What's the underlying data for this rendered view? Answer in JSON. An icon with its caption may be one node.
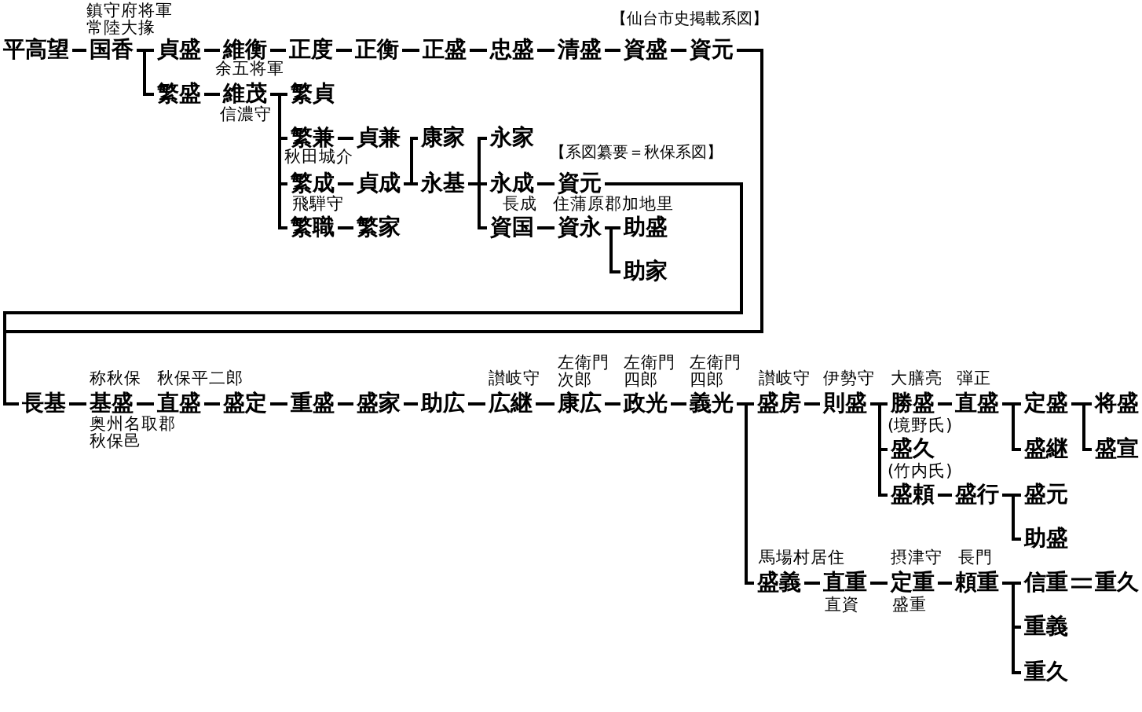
{
  "diagram": {
    "nodes": [
      {
        "text": [
          "平高望"
        ]
      },
      {
        "text": [
          "国香"
        ],
        "beside": [
          "鎮守府将軍",
          "常陸大掾"
        ]
      },
      {
        "text": [
          "貞盛"
        ]
      },
      {
        "text": [
          "維衡"
        ]
      },
      {
        "text": [
          "正度"
        ]
      },
      {
        "text": [
          "正衡"
        ]
      },
      {
        "text": [
          "正盛"
        ]
      },
      {
        "text": [
          "忠盛"
        ]
      },
      {
        "text": [
          "清盛"
        ]
      },
      {
        "text": [
          "資盛"
        ]
      },
      {
        "text": [
          "資元"
        ]
      },
      {
        "text": [
          "繁盛"
        ]
      },
      {
        "text": [
          "維茂"
        ],
        "beside": [
          "余五将軍",
          "信濃守"
        ]
      },
      {
        "text": [
          "繁貞"
        ]
      },
      {
        "text": [
          "繁兼"
        ]
      },
      {
        "text": [
          "貞兼"
        ]
      },
      {
        "text": [
          "康家"
        ]
      },
      {
        "text": [
          "永家"
        ]
      },
      {
        "text": [
          "繁成"
        ],
        "beside": [
          "秋田城介"
        ]
      },
      {
        "text": [
          "貞成"
        ]
      },
      {
        "text": [
          "永基"
        ]
      },
      {
        "text": [
          "永成"
        ],
        "beside": [
          "長成"
        ]
      },
      {
        "text": [
          "資元"
        ],
        "beside": [
          "住蒲原郡加地里"
        ]
      },
      {
        "text": [
          "繁職"
        ],
        "beside": [
          "飛騨守"
        ]
      },
      {
        "text": [
          "繁家"
        ]
      },
      {
        "text": [
          "資国"
        ]
      },
      {
        "text": [
          "資永"
        ]
      },
      {
        "text": [
          "助盛"
        ]
      },
      {
        "text": [
          "助家"
        ]
      },
      {
        "text": [
          "長基"
        ]
      },
      {
        "text": [
          "基盛"
        ],
        "beside": [
          "称秋保",
          "奥州名取郡秋保邑"
        ]
      },
      {
        "text": [
          "直盛"
        ],
        "beside": [
          "秋保平二郎"
        ]
      },
      {
        "text": [
          "盛定"
        ]
      },
      {
        "text": [
          "重盛"
        ]
      },
      {
        "text": [
          "盛家"
        ]
      },
      {
        "text": [
          "助広"
        ]
      },
      {
        "text": [
          "広継"
        ],
        "beside": [
          "讃岐守"
        ]
      },
      {
        "text": [
          "康広"
        ],
        "beside": [
          "左衛門次郎"
        ]
      },
      {
        "text": [
          "政光"
        ],
        "beside": [
          "左衛門四郎"
        ]
      },
      {
        "text": [
          "義光"
        ],
        "beside": [
          "左衛門四郎"
        ]
      },
      {
        "text": [
          "盛房"
        ],
        "beside": [
          "讃岐守"
        ]
      },
      {
        "text": [
          "則盛"
        ],
        "beside": [
          "伊勢守"
        ]
      },
      {
        "text": [
          "勝盛"
        ],
        "beside": [
          "大膳亮"
        ]
      },
      {
        "text": [
          "直盛"
        ],
        "beside": [
          "弾正"
        ]
      },
      {
        "text": [
          "定盛"
        ]
      },
      {
        "text": [
          "将盛"
        ]
      },
      {
        "text": [
          "盛久"
        ],
        "beside": [
          "(境野氏)"
        ]
      },
      {
        "text": [
          "盛継"
        ]
      },
      {
        "text": [
          "盛宣"
        ]
      },
      {
        "text": [
          "盛頼"
        ],
        "beside": [
          "(竹内氏)"
        ]
      },
      {
        "text": [
          "盛行"
        ]
      },
      {
        "text": [
          "盛元"
        ]
      },
      {
        "text": [
          "助盛"
        ]
      },
      {
        "text": [
          "盛義"
        ],
        "beside": [
          "馬場村居住"
        ]
      },
      {
        "text": [
          "直重"
        ],
        "beside": [
          "直資"
        ]
      },
      {
        "text": [
          "定重"
        ],
        "beside": [
          "摂津守",
          "盛重"
        ]
      },
      {
        "text": [
          "頼重"
        ],
        "beside": [
          "長門"
        ]
      },
      {
        "text": [
          "信重"
        ]
      },
      {
        "text": [
          "重久"
        ]
      },
      {
        "text": [
          "重義"
        ]
      },
      {
        "text": [
          "重久"
        ]
      }
    ],
    "edges": [
      {
        "from": 0,
        "to": 1,
        "arrow": "none"
      },
      {
        "from": 1,
        "to": 2,
        "arrow": "none"
      },
      {
        "from": 1,
        "to": 11,
        "arrow": "none"
      },
      {
        "from": 2,
        "to": 3,
        "arrow": "none"
      },
      {
        "from": 3,
        "to": 4,
        "arrow": "none"
      },
      {
        "from": 4,
        "to": 5,
        "arrow": "none"
      },
      {
        "from": 5,
        "to": 6,
        "arrow": "none"
      },
      {
        "from": 6,
        "to": 7,
        "arrow": "none"
      },
      {
        "from": 7,
        "to": 8,
        "arrow": "none"
      },
      {
        "from": 8,
        "to": 9,
        "arrow": "none"
      },
      {
        "from": 9,
        "to": 10,
        "arrow": "none"
      },
      {
        "from": 10,
        "to": 29,
        "arrow": "none"
      },
      {
        "from": 11,
        "to": 12,
        "arrow": "none"
      },
      {
        "from": 12,
        "to": 13,
        "arrow": "none"
      },
      {
        "from": 12,
        "to": 14,
        "arrow": "none"
      },
      {
        "from": 12,
        "to": 18,
        "arrow": "none"
      },
      {
        "from": 12,
        "to": 23,
        "arrow": "none"
      },
      {
        "from": 14,
        "to": 15,
        "arrow": "none"
      },
      {
        "from": 18,
        "to": 19,
        "arrow": "none"
      },
      {
        "from": 19,
        "to": 16,
        "arrow": "none"
      },
      {
        "from": 19,
        "to": 20,
        "arrow": "none"
      },
      {
        "from": 23,
        "to": 24,
        "arrow": "none"
      },
      {
        "from": 20,
        "to": 17,
        "arrow": "none"
      },
      {
        "from": 20,
        "to": 21,
        "arrow": "none"
      },
      {
        "from": 20,
        "to": 25,
        "arrow": "none"
      },
      {
        "from": 21,
        "to": 22,
        "arrow": "none"
      },
      {
        "from": 22,
        "to": 29,
        "arrow": "none"
      },
      {
        "from": 25,
        "to": 26,
        "arrow": "none"
      },
      {
        "from": 26,
        "to": 27,
        "arrow": "none"
      },
      {
        "from": 26,
        "to": 28,
        "arrow": "none"
      },
      {
        "from": 29,
        "to": 30,
        "arrow": "none"
      },
      {
        "from": 30,
        "to": 31,
        "arrow": "none"
      },
      {
        "from": 31,
        "to": 32,
        "arrow": "none"
      },
      {
        "from": 32,
        "to": 33,
        "arrow": "none"
      },
      {
        "from": 33,
        "to": 34,
        "arrow": "none"
      },
      {
        "from": 34,
        "to": 35,
        "arrow": "none"
      },
      {
        "from": 35,
        "to": 36,
        "arrow": "none"
      },
      {
        "from": 36,
        "to": 37,
        "arrow": "none"
      },
      {
        "from": 37,
        "to": 38,
        "arrow": "none"
      },
      {
        "from": 38,
        "to": 39,
        "arrow": "none"
      },
      {
        "from": 39,
        "to": 40,
        "arrow": "none"
      },
      {
        "from": 39,
        "to": 53,
        "arrow": "none"
      },
      {
        "from": 40,
        "to": 41,
        "arrow": "none"
      },
      {
        "from": 41,
        "to": 42,
        "arrow": "none"
      },
      {
        "from": 41,
        "to": 46,
        "arrow": "none"
      },
      {
        "from": 41,
        "to": 49,
        "arrow": "none"
      },
      {
        "from": 42,
        "to": 43,
        "arrow": "none"
      },
      {
        "from": 43,
        "to": 44,
        "arrow": "none"
      },
      {
        "from": 43,
        "to": 47,
        "arrow": "none"
      },
      {
        "from": 44,
        "to": 45,
        "arrow": "none"
      },
      {
        "from": 44,
        "to": 48,
        "arrow": "none"
      },
      {
        "from": 49,
        "to": 50,
        "arrow": "none"
      },
      {
        "from": 50,
        "to": 51,
        "arrow": "none"
      },
      {
        "from": 50,
        "to": 52,
        "arrow": "none"
      },
      {
        "from": 53,
        "to": 54,
        "arrow": "none"
      },
      {
        "from": 54,
        "to": 55,
        "arrow": "none"
      },
      {
        "from": 55,
        "to": 56,
        "arrow": "none"
      },
      {
        "from": 56,
        "to": 57,
        "arrow": "none"
      },
      {
        "from": 56,
        "to": 59,
        "arrow": "none"
      },
      {
        "from": 56,
        "to": 60,
        "arrow": "none"
      },
      {
        "from": 57,
        "to": 58,
        "arrow": "none"
      }
    ],
    "labels": [
      "【仙台市史掲載系図】",
      "【系図纂要＝秋保系図】"
    ]
  }
}
